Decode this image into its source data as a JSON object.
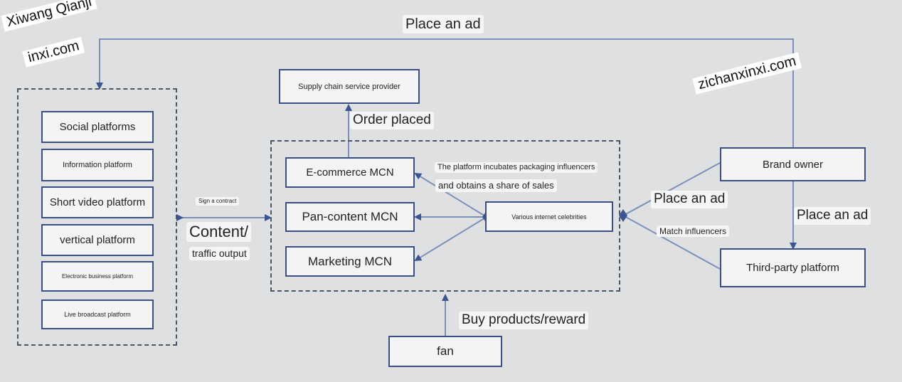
{
  "watermarks": {
    "top_left_1": "Xiwang Qianji",
    "top_left_2": "inxi.com",
    "top_right": "zichanxinxi.com"
  },
  "labels": {
    "place_ad_top": "Place an ad",
    "order_placed": "Order placed",
    "sign_contract": "Sign a contract",
    "content": "Content/",
    "traffic_output": "traffic output",
    "incubates": "The platform incubates packaging influencers",
    "share_sales": "and obtains a share of sales",
    "place_ad_mid": "Place an ad",
    "match_influencers": "Match influencers",
    "place_ad_right": "Place an ad",
    "buy_products": "Buy products/reward"
  },
  "platforms": [
    "Social platforms",
    "Information platform",
    "Short video platform",
    "vertical platform",
    "Electronic business platform",
    "Live broadcast platform"
  ],
  "mcn": [
    "E-commerce MCN",
    "Pan-content MCN",
    "Marketing MCN"
  ],
  "nodes": {
    "supply_chain": "Supply chain service provider",
    "celebrities": "Various internet celebrities",
    "brand_owner": "Brand owner",
    "third_party": "Third-party platform",
    "fan": "fan"
  },
  "colors": {
    "box_border": "#3a4f85",
    "line": "#7d90b8",
    "arrow": "#3a5590",
    "dashed": "#4a5668"
  }
}
